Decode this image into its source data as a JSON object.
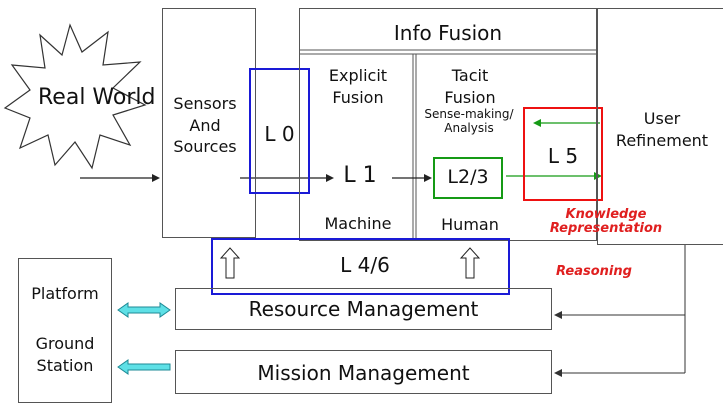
{
  "real_world": "Real World",
  "sensors": {
    "line1": "Sensors",
    "line2": "And",
    "line3": "Sources"
  },
  "l0": "L 0",
  "info_fusion": {
    "title": "Info Fusion",
    "explicit_line1": "Explicit",
    "explicit_line2": "Fusion",
    "tacit_line1": "Tacit",
    "tacit_line2": "Fusion",
    "sensemaking_line1": "Sense-making/",
    "sensemaking_line2": "Analysis",
    "l1": "L 1",
    "l23": "L2/3",
    "machine": "Machine",
    "human": "Human"
  },
  "l5": "L 5",
  "user": {
    "line1": "User",
    "line2": "Refinement"
  },
  "annotations": {
    "knowledge_line1": "Knowledge",
    "knowledge_line2": "Representation",
    "reasoning": "Reasoning"
  },
  "l46": "L 4/6",
  "platform": {
    "line1": "Platform",
    "line2": "Ground",
    "line3": "Station"
  },
  "resource_management": "Resource Management",
  "mission_management": "Mission Management",
  "colors": {
    "blue": "#1a1ad6",
    "red": "#e11111",
    "green": "#159a15",
    "cyan": "#5ee0e6",
    "annotation": "#e01f1f"
  }
}
